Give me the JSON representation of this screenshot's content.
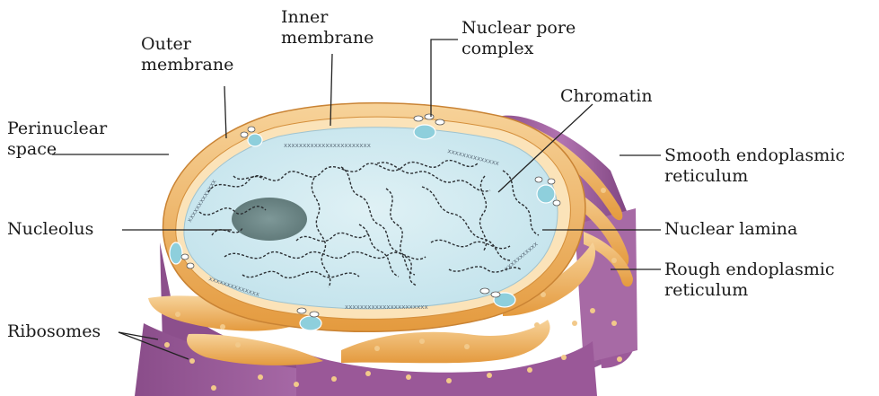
{
  "diagram": {
    "labels": {
      "inner_membrane": [
        "Inner",
        "membrane"
      ],
      "outer_membrane": [
        "Outer",
        "membrane"
      ],
      "nuclear_pore_complex": [
        "Nuclear pore",
        "complex"
      ],
      "chromatin": "Chromatin",
      "perinuclear_space": [
        "Perinuclear",
        "space"
      ],
      "smooth_er": [
        "Smooth endoplasmic",
        "reticulum"
      ],
      "nucleolus": "Nucleolus",
      "nuclear_lamina": "Nuclear lamina",
      "rough_er": [
        "Rough endoplasmic",
        "reticulum"
      ],
      "ribosomes": "Ribosomes"
    },
    "colors": {
      "nucleoplasm": "#cde8ef",
      "membrane": "#e9a04a",
      "membrane_light": "#f6cf8d",
      "er": "#9c5a9a",
      "er_dark": "#7a3f7c",
      "nucleolus": "#6f8a8c",
      "pore": "#8ecfdc",
      "ribosome": "#f2c98a"
    }
  }
}
